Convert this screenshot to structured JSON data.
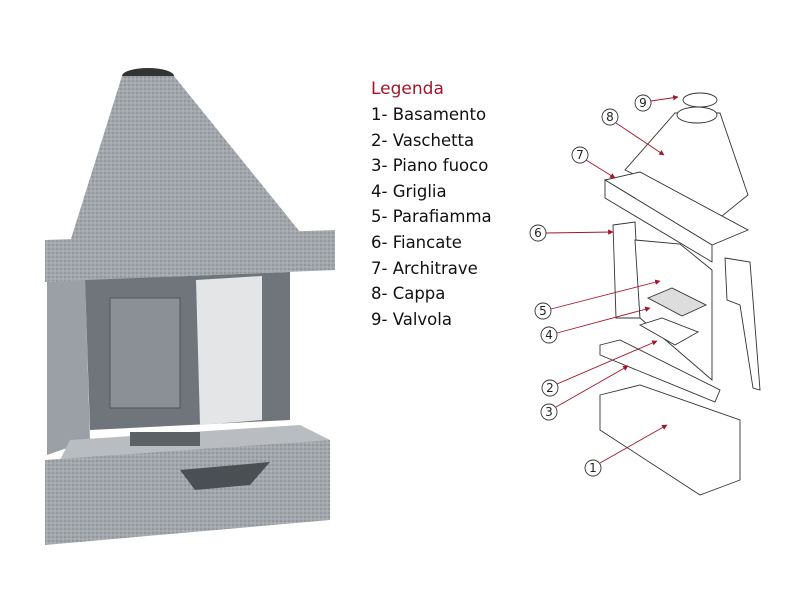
{
  "legend": {
    "title": "Legenda",
    "items": [
      {
        "number": "1",
        "label": "1- Basamento"
      },
      {
        "number": "2",
        "label": "2- Vaschetta"
      },
      {
        "number": "3",
        "label": "3- Piano fuoco"
      },
      {
        "number": "4",
        "label": "4- Griglia"
      },
      {
        "number": "5",
        "label": "5- Parafiamma"
      },
      {
        "number": "6",
        "label": "6- Fiancate"
      },
      {
        "number": "7",
        "label": "7- Architrave"
      },
      {
        "number": "8",
        "label": "8- Cappa"
      },
      {
        "number": "9",
        "label": "9- Valvola"
      }
    ]
  },
  "colors": {
    "accent": "#a3162a",
    "stone": "#9ea3a8",
    "line": "#333333"
  }
}
